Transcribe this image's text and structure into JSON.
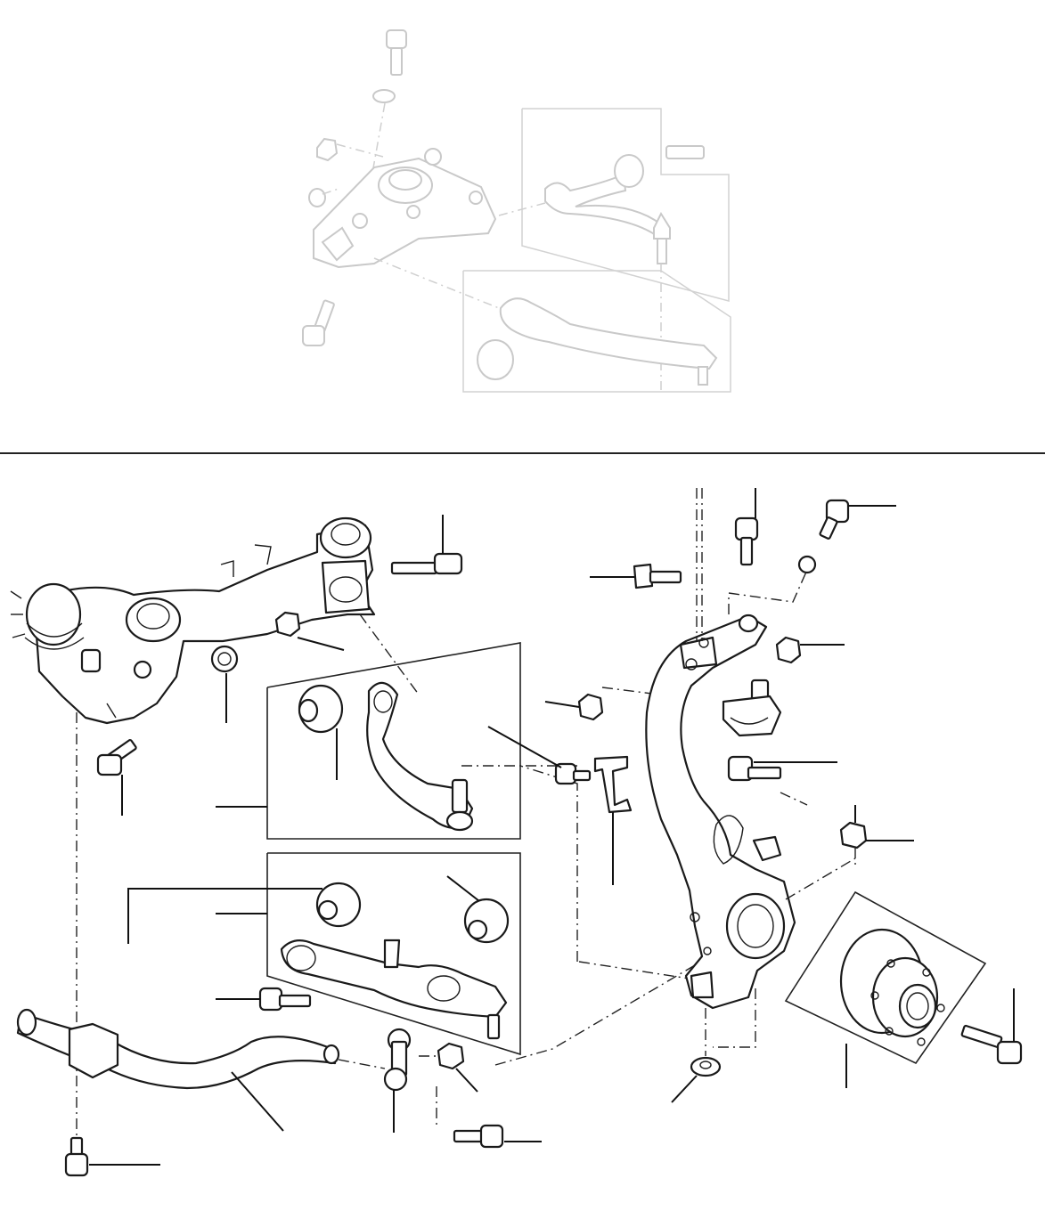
{
  "diagram": {
    "panels": [
      {
        "name": "reference-view",
        "style": "faded"
      },
      {
        "name": "exploded-view",
        "style": "line-art"
      }
    ],
    "line_color": "#1a1a1a",
    "faded_color": "#c9c9c9",
    "background": "#ffffff"
  }
}
